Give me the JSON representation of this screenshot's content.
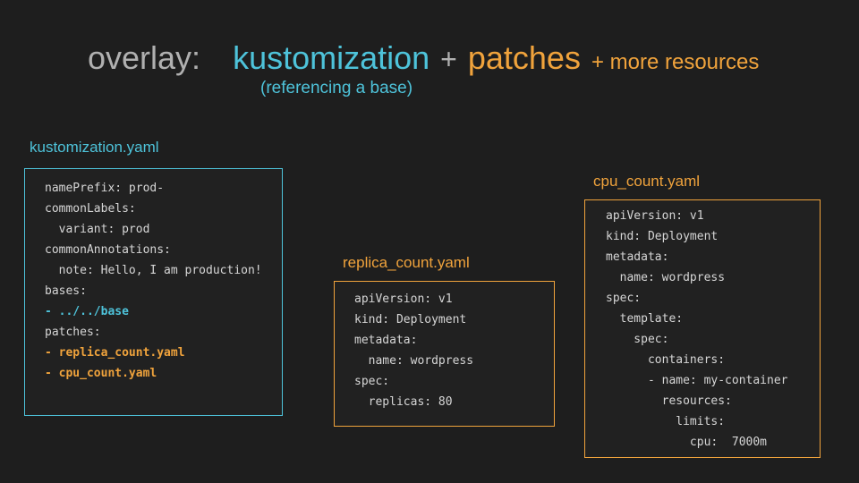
{
  "title": {
    "overlay": "overlay:",
    "kustomization": "kustomization",
    "plus": "+",
    "patches": "patches",
    "more_resources": "+ more resources",
    "subtitle": "(referencing a base)"
  },
  "colors": {
    "background": "#1e1e1e",
    "cyan_accent": "#4ec3da",
    "orange_accent": "#f0a33c",
    "title_gray": "#b0b0b0",
    "code_text": "#d6d6d6"
  },
  "panels": [
    {
      "label": "kustomization.yaml",
      "accent": "cyan",
      "lines": [
        {
          "text": "namePrefix: prod-",
          "hl": "none"
        },
        {
          "text": "commonLabels:",
          "hl": "none"
        },
        {
          "text": "  variant: prod",
          "hl": "none"
        },
        {
          "text": "commonAnnotations:",
          "hl": "none"
        },
        {
          "text": "  note: Hello, I am production!",
          "hl": "none"
        },
        {
          "text": "bases:",
          "hl": "none"
        },
        {
          "text": "- ../../base",
          "hl": "cyan"
        },
        {
          "text": "patches:",
          "hl": "none"
        },
        {
          "text": "- replica_count.yaml",
          "hl": "orange"
        },
        {
          "text": "- cpu_count.yaml",
          "hl": "orange"
        }
      ]
    },
    {
      "label": "replica_count.yaml",
      "accent": "orange",
      "lines": [
        {
          "text": "apiVersion: v1",
          "hl": "none"
        },
        {
          "text": "kind: Deployment",
          "hl": "none"
        },
        {
          "text": "metadata:",
          "hl": "none"
        },
        {
          "text": "  name: wordpress",
          "hl": "none"
        },
        {
          "text": "spec:",
          "hl": "none"
        },
        {
          "text": "  replicas: 80",
          "hl": "none"
        }
      ]
    },
    {
      "label": "cpu_count.yaml",
      "accent": "orange",
      "lines": [
        {
          "text": "apiVersion: v1",
          "hl": "none"
        },
        {
          "text": "kind: Deployment",
          "hl": "none"
        },
        {
          "text": "metadata:",
          "hl": "none"
        },
        {
          "text": "  name: wordpress",
          "hl": "none"
        },
        {
          "text": "spec:",
          "hl": "none"
        },
        {
          "text": "  template:",
          "hl": "none"
        },
        {
          "text": "    spec:",
          "hl": "none"
        },
        {
          "text": "      containers:",
          "hl": "none"
        },
        {
          "text": "      - name: my-container",
          "hl": "none"
        },
        {
          "text": "        resources:",
          "hl": "none"
        },
        {
          "text": "          limits:",
          "hl": "none"
        },
        {
          "text": "            cpu:  7000m",
          "hl": "none"
        }
      ]
    }
  ]
}
